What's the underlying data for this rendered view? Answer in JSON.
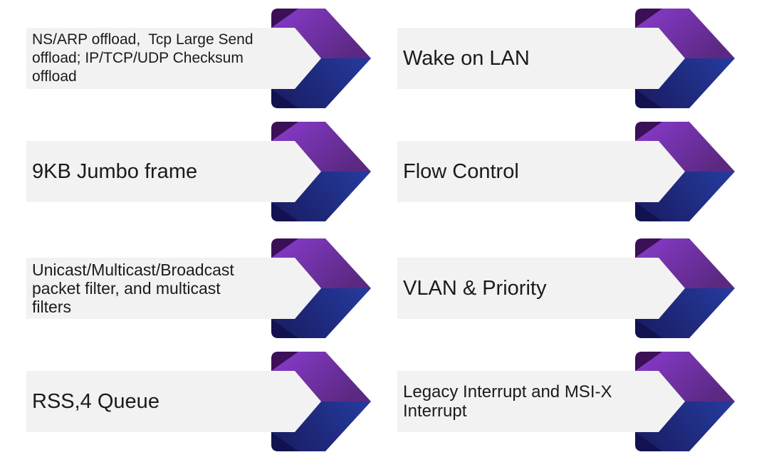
{
  "slide": {
    "background": "#ffffff",
    "description_labels": {
      "item_count": "8"
    }
  },
  "colors": {
    "bar_bg": "#f2f2f2",
    "text": "#1b1b1b",
    "purple_bright": "#8a3bce",
    "purple_deep": "#5b2982",
    "purple_fold": "#3b1056",
    "navy_bright": "#24399a",
    "navy_deep": "#1a1d64",
    "navy_fold": "#121250"
  },
  "icons": {
    "item_marker": "chevron-ribbon-arrow-icon"
  },
  "features": {
    "left": [
      {
        "lines": [
          "NS/ARP offload,  Tcp Large Send",
          "offload; IP/TCP/UDP Checksum",
          "offload"
        ]
      },
      {
        "lines": [
          "9KB Jumbo frame"
        ]
      },
      {
        "lines": [
          "Unicast/Multicast/Broadcast",
          "packet filter, and multicast",
          "filters"
        ]
      },
      {
        "lines": [
          "RSS,4 Queue"
        ]
      }
    ],
    "right": [
      {
        "lines": [
          "Wake on LAN"
        ]
      },
      {
        "lines": [
          "Flow Control"
        ]
      },
      {
        "lines": [
          "VLAN & Priority"
        ]
      },
      {
        "lines": [
          "Legacy Interrupt and MSI-X",
          "Interrupt"
        ]
      }
    ]
  }
}
